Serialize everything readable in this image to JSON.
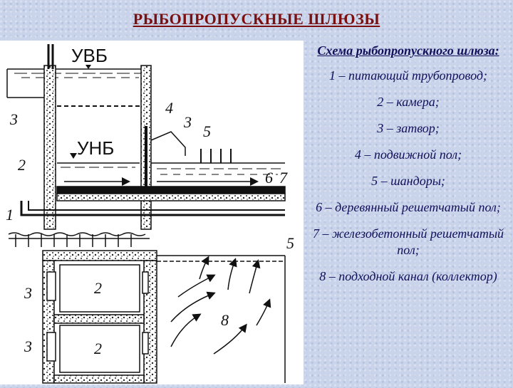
{
  "title": "РЫБОПРОПУСКНЫЕ ШЛЮЗЫ",
  "legend": {
    "heading": "Схема рыбопропускного шлюза:",
    "items": [
      "1 – питающий трубопровод;",
      "2 – камера;",
      "3 – затвор;",
      "4 – подвижной пол;",
      "5 – шандоры;",
      "6 – деревянный решетчатый пол;",
      "7 – железобетонный решетчатый пол;",
      "8 – подходной канал (коллектор)"
    ]
  },
  "diagram": {
    "uvb": "УВБ",
    "unb": "УНБ",
    "section_labels": {
      "n1": "1",
      "n2a": "2",
      "n3a": "3",
      "n3b": "3",
      "n4": "4",
      "n5a": "5",
      "n6": "6",
      "n7": "7"
    },
    "plan_labels": {
      "n2a": "2",
      "n2b": "2",
      "n3a": "3",
      "n3b": "3",
      "n5": "5",
      "n8": "8"
    }
  }
}
